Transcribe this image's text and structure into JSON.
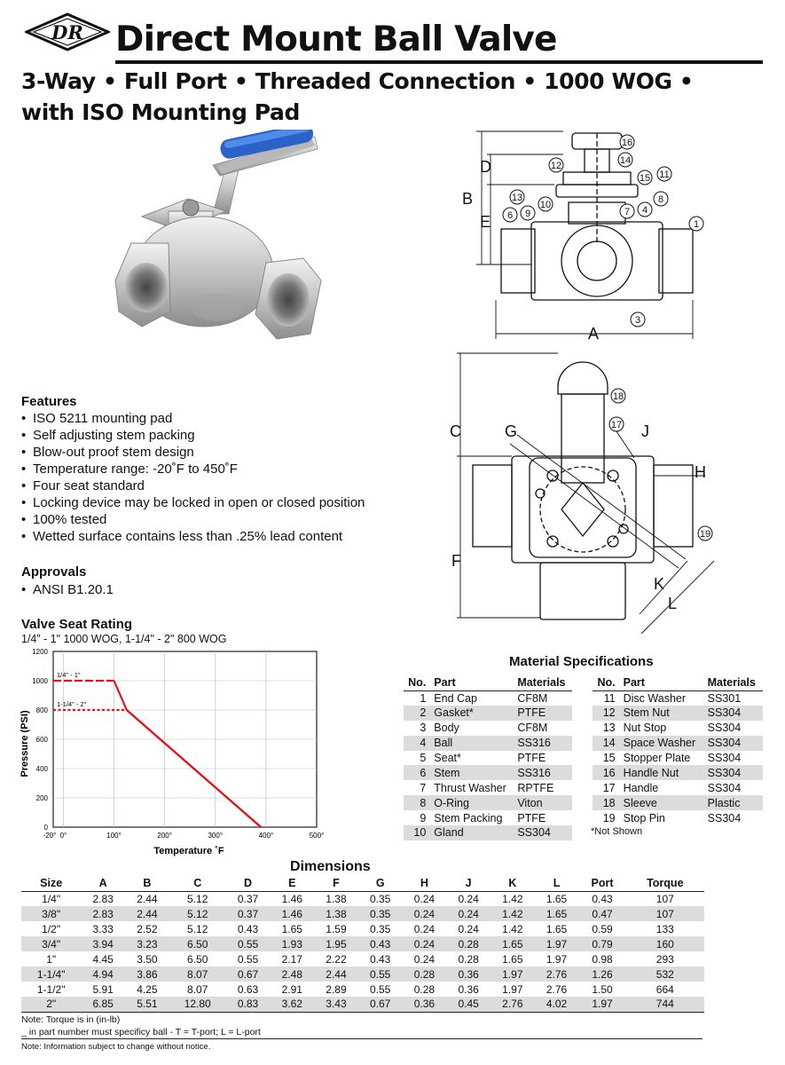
{
  "header": {
    "logo_text": "DR",
    "title": "Direct Mount Ball Valve",
    "subtitle_line1": "3-Way • Full Port • Threaded Connection • 1000 WOG •",
    "subtitle_line2": "with ISO Mounting Pad"
  },
  "features": {
    "heading": "Features",
    "items": [
      "ISO 5211 mounting pad",
      "Self adjusting stem packing",
      "Blow-out proof stem design",
      "Temperature range: -20˚F to 450˚F",
      "Four seat standard",
      "Locking device may be locked in open or closed position",
      "100% tested",
      "Wetted surface contains less than .25% lead content"
    ]
  },
  "approvals": {
    "heading": "Approvals",
    "items": [
      "ANSI B1.20.1"
    ]
  },
  "seat_rating": {
    "heading": "Valve Seat Rating",
    "subheading": "1/4” - 1\" 1000 WOG, 1-1/4\" - 2\" 800 WOG"
  },
  "chart_data": {
    "type": "line",
    "xlabel": "Temperature ˚F",
    "ylabel": "Pressure (PSI)",
    "xlim": [
      -20,
      500
    ],
    "ylim": [
      0,
      1200
    ],
    "x_ticks": [
      -20,
      0,
      100,
      200,
      300,
      400,
      500
    ],
    "x_tick_labels": [
      "-20°",
      "0°",
      "100°",
      "200°",
      "300°",
      "400°",
      "500°"
    ],
    "y_ticks": [
      0,
      200,
      400,
      600,
      800,
      1000,
      1200
    ],
    "y_tick_labels": [
      "0",
      "200",
      "400",
      "600",
      "800",
      "1000",
      "1200"
    ],
    "grid": true,
    "colors": {
      "series": "#e0141b",
      "grid": "#b9b9b9"
    },
    "series": [
      {
        "name": "1/4\" - 1\"",
        "x": [
          -20,
          100,
          125,
          390
        ],
        "y": [
          1000,
          1000,
          800,
          0
        ]
      },
      {
        "name": "1-1/4\" - 2\"",
        "x": [
          -20,
          125,
          390
        ],
        "y": [
          800,
          800,
          0
        ]
      }
    ]
  },
  "diagram": {
    "top_labels": [
      "D",
      "B",
      "E",
      "A"
    ],
    "top_callouts": [
      "16",
      "14",
      "12",
      "15",
      "11",
      "13",
      "8",
      "10",
      "6",
      "9",
      "7",
      "4",
      "1",
      "3"
    ],
    "bottom_labels": [
      "C",
      "G",
      "J",
      "H",
      "F",
      "K",
      "L"
    ],
    "bottom_callouts": [
      "18",
      "17",
      "19"
    ]
  },
  "materials": {
    "title": "Material Specifications",
    "headers": [
      "No.",
      "Part",
      "Materials"
    ],
    "left": [
      [
        "1",
        "End Cap",
        "CF8M"
      ],
      [
        "2",
        "Gasket*",
        "PTFE"
      ],
      [
        "3",
        "Body",
        "CF8M"
      ],
      [
        "4",
        "Ball",
        "SS316"
      ],
      [
        "5",
        "Seat*",
        "PTFE"
      ],
      [
        "6",
        "Stem",
        "SS316"
      ],
      [
        "7",
        "Thrust Washer",
        "RPTFE"
      ],
      [
        "8",
        "O-Ring",
        "Viton"
      ],
      [
        "9",
        "Stem Packing",
        "PTFE"
      ],
      [
        "10",
        "Gland",
        "SS304"
      ]
    ],
    "right": [
      [
        "11",
        "Disc Washer",
        "SS301"
      ],
      [
        "12",
        "Stem Nut",
        "SS304"
      ],
      [
        "13",
        "Nut Stop",
        "SS304"
      ],
      [
        "14",
        "Space Washer",
        "SS304"
      ],
      [
        "15",
        "Stopper Plate",
        "SS304"
      ],
      [
        "16",
        "Handle Nut",
        "SS304"
      ],
      [
        "17",
        "Handle",
        "SS304"
      ],
      [
        "18",
        "Sleeve",
        "Plastic"
      ],
      [
        "19",
        "Stop Pin",
        "SS304"
      ]
    ],
    "note": "*Not Shown"
  },
  "dimensions": {
    "title": "Dimensions",
    "headers": [
      "Size",
      "A",
      "B",
      "C",
      "D",
      "E",
      "F",
      "G",
      "H",
      "J",
      "K",
      "L",
      "Port",
      "Torque"
    ],
    "rows": [
      [
        "1/4\"",
        "2.83",
        "2.44",
        "5.12",
        "0.37",
        "1.46",
        "1.38",
        "0.35",
        "0.24",
        "0.24",
        "1.42",
        "1.65",
        "0.43",
        "107"
      ],
      [
        "3/8\"",
        "2.83",
        "2.44",
        "5.12",
        "0.37",
        "1.46",
        "1.38",
        "0.35",
        "0.24",
        "0.24",
        "1.42",
        "1.65",
        "0.47",
        "107"
      ],
      [
        "1/2\"",
        "3.33",
        "2.52",
        "5.12",
        "0.43",
        "1.65",
        "1.59",
        "0.35",
        "0.24",
        "0.24",
        "1.42",
        "1.65",
        "0.59",
        "133"
      ],
      [
        "3/4\"",
        "3.94",
        "3.23",
        "6.50",
        "0.55",
        "1.93",
        "1.95",
        "0.43",
        "0.24",
        "0.28",
        "1.65",
        "1.97",
        "0.79",
        "160"
      ],
      [
        "1\"",
        "4.45",
        "3.50",
        "6.50",
        "0.55",
        "2.17",
        "2.22",
        "0.43",
        "0.24",
        "0.28",
        "1.65",
        "1.97",
        "0.98",
        "293"
      ],
      [
        "1-1/4\"",
        "4.94",
        "3.86",
        "8.07",
        "0.67",
        "2.48",
        "2.44",
        "0.55",
        "0.28",
        "0.36",
        "1.97",
        "2.76",
        "1.26",
        "532"
      ],
      [
        "1-1/2\"",
        "5.91",
        "4.25",
        "8.07",
        "0.63",
        "2.91",
        "2.89",
        "0.55",
        "0.28",
        "0.36",
        "1.97",
        "2.76",
        "1.50",
        "664"
      ],
      [
        "2\"",
        "6.85",
        "5.51",
        "12.80",
        "0.83",
        "3.62",
        "3.43",
        "0.67",
        "0.36",
        "0.45",
        "2.76",
        "4.02",
        "1.97",
        "744"
      ]
    ],
    "note1": "Note: Torque is in (in-lb)",
    "note2": "_ in part number must specificy ball - T = T-port; L = L-port"
  },
  "footer": {
    "note": "Note: Information subject to change without notice."
  }
}
